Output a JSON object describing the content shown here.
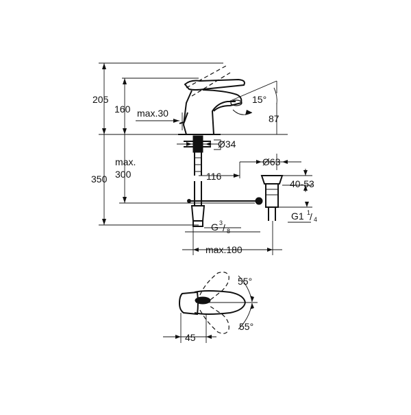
{
  "dimensions": {
    "total_height_top": "205",
    "spout_height": "160",
    "max_30": "max.30",
    "tilt_angle": "15°",
    "reach": "87",
    "dia_34": "Ø34",
    "dia_63": "Ø63",
    "max_label": "max.",
    "max_300": "300",
    "total_height": "350",
    "offset_116": "116",
    "range_40_53": "40-53",
    "g_thread_left": "G",
    "g_thread_left_num": "3",
    "g_thread_left_den": "8",
    "g_thread_right": "G1",
    "g_thread_right_num": "1",
    "g_thread_right_den": "4",
    "max_180": "max.180",
    "angle_up": "55°",
    "angle_down": "55°",
    "width_45": "45"
  },
  "colors": {
    "line": "#111111",
    "background": "#ffffff"
  }
}
